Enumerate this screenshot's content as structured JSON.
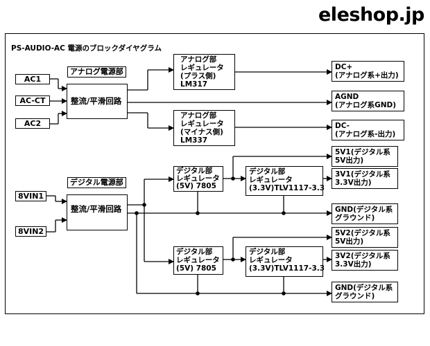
{
  "brand": "eleshop.jp",
  "title": "PS-AUDIO-AC 電源のブロックダイヤグラム",
  "analog": {
    "section_label": "アナログ電源部",
    "inputs": [
      "AC1",
      "AC-CT",
      "AC2"
    ],
    "rectifier": "整流/平滑回路",
    "reg_plus": [
      "アナログ部",
      "レギュレータ",
      "(プラス側)",
      "LM317"
    ],
    "reg_minus": [
      "アナログ部",
      "レギュレータ",
      "(マイナス側)",
      "LM337"
    ],
    "out_plus": [
      "DC+",
      "(アナログ系+出力)"
    ],
    "out_gnd": [
      "AGND",
      "(アナログ系GND)"
    ],
    "out_minus": [
      "DC-",
      "(アナログ系-出力)"
    ]
  },
  "digital": {
    "section_label": "デジタル電源部",
    "inputs": [
      "8VIN1",
      "8VIN2"
    ],
    "rectifier": "整流/平滑回路",
    "reg5v_1": [
      "デジタル部",
      "レギュレータ",
      "(5V) 7805"
    ],
    "reg33_1": [
      "デジタル部",
      "レギュレータ",
      "(3.3V)TLV1117-3.3"
    ],
    "reg5v_2": [
      "デジタル部",
      "レギュレータ",
      "(5V) 7805"
    ],
    "reg33_2": [
      "デジタル部",
      "レギュレータ",
      "(3.3V)TLV1117-3.3"
    ],
    "out_5v1": [
      "5V1(デジタル系",
      "5V出力)"
    ],
    "out_3v1": [
      "3V1(デジタル系",
      "3.3V出力)"
    ],
    "out_gnd1": [
      "GND(デジタル系",
      "グラウンド)"
    ],
    "out_5v2": [
      "5V2(デジタル系",
      "5V出力)"
    ],
    "out_3v2": [
      "3V2(デジタル系",
      "3.3V出力)"
    ],
    "out_gnd2": [
      "GND(デジタル系",
      "グラウンド)"
    ]
  }
}
